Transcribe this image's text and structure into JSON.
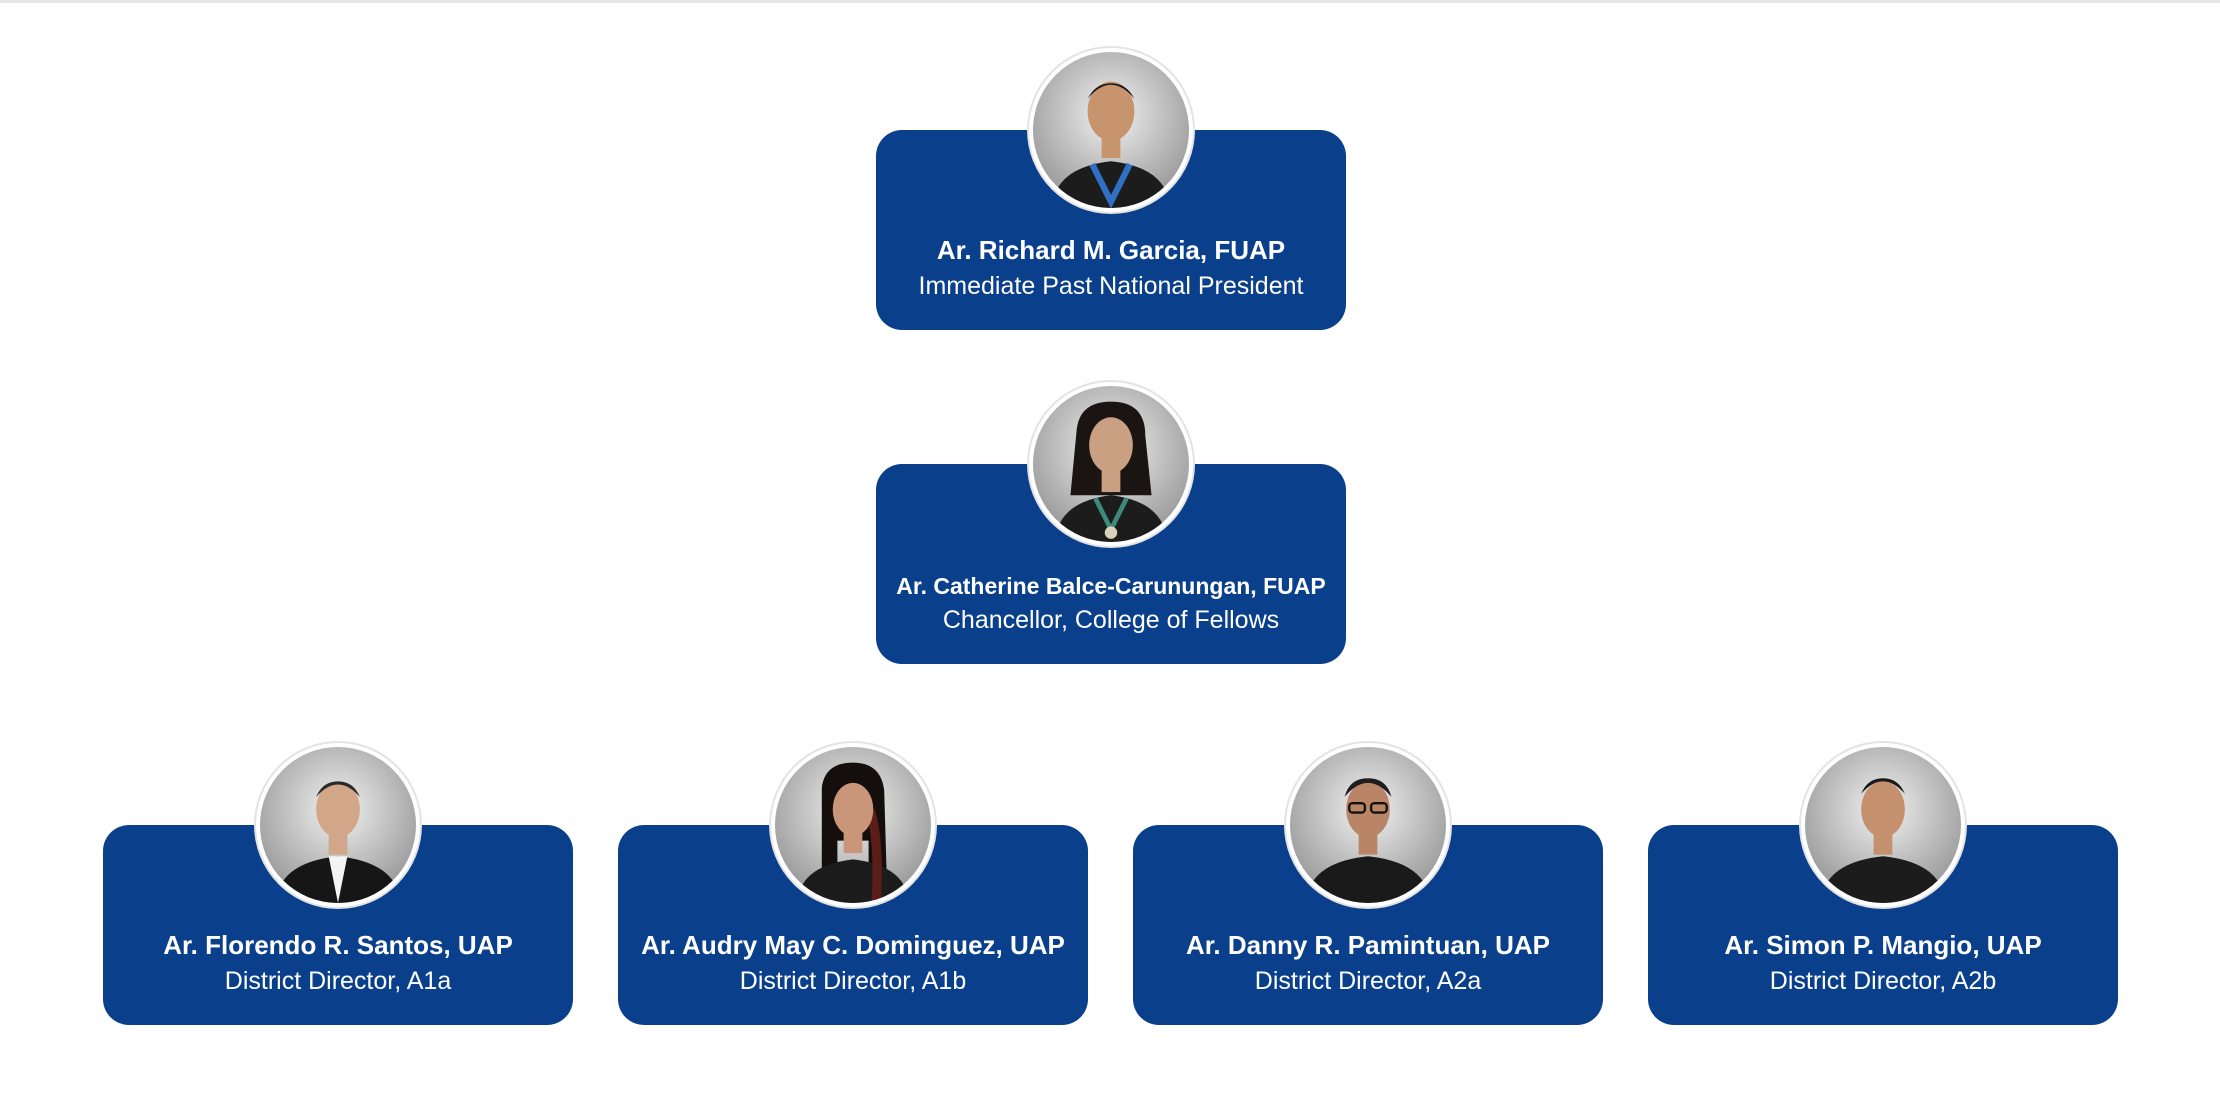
{
  "colors": {
    "card": "#0a3f8c",
    "text": "#ffffff",
    "background": "#ffffff"
  },
  "members": [
    {
      "name": "Ar. Richard M. Garcia, FUAP",
      "role": "Immediate Past National President",
      "photo": "portrait-man-medal-icon"
    },
    {
      "name": "Ar. Catherine Balce-Carunungan, FUAP",
      "role": "Chancellor, College of Fellows",
      "photo": "portrait-woman-medal-icon"
    },
    {
      "name": "Ar. Florendo R. Santos, UAP",
      "role": "District Director, A1a",
      "photo": "portrait-man-suit-icon"
    },
    {
      "name": "Ar. Audry May C. Dominguez, UAP",
      "role": "District Director, A1b",
      "photo": "portrait-woman-icon"
    },
    {
      "name": "Ar. Danny R. Pamintuan, UAP",
      "role": "District Director, A2a",
      "photo": "portrait-man-glasses-icon"
    },
    {
      "name": "Ar. Simon P. Mangio, UAP",
      "role": "District Director, A2b",
      "photo": "portrait-man-icon"
    }
  ]
}
